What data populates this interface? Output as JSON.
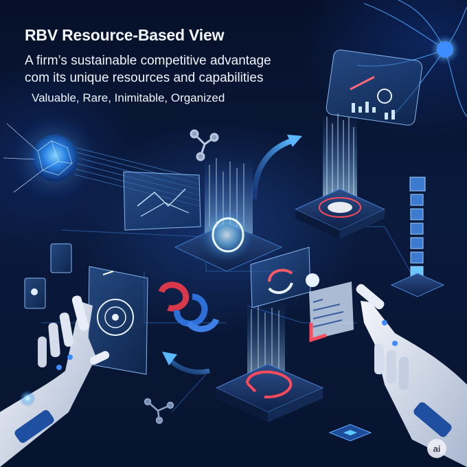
{
  "headline": "RBV Resource-Based View",
  "subtitle_line1": "A firm’s sustainable competitive advantage",
  "subtitle_line2": "com its unique resources and capabilities",
  "criteria": "Valuable, Rare, Inimitable, Organized",
  "badge": "ai",
  "colors": {
    "background": "#050d24",
    "glow_blue": "#4fb3ff",
    "accent_red": "#ff4a5c",
    "text": "#f4f7ff"
  },
  "icons": [
    "brain-network-icon",
    "robot-hand-icon",
    "data-server-icon",
    "neuron-icon",
    "chain-link-icon",
    "cycle-arrow-icon"
  ]
}
